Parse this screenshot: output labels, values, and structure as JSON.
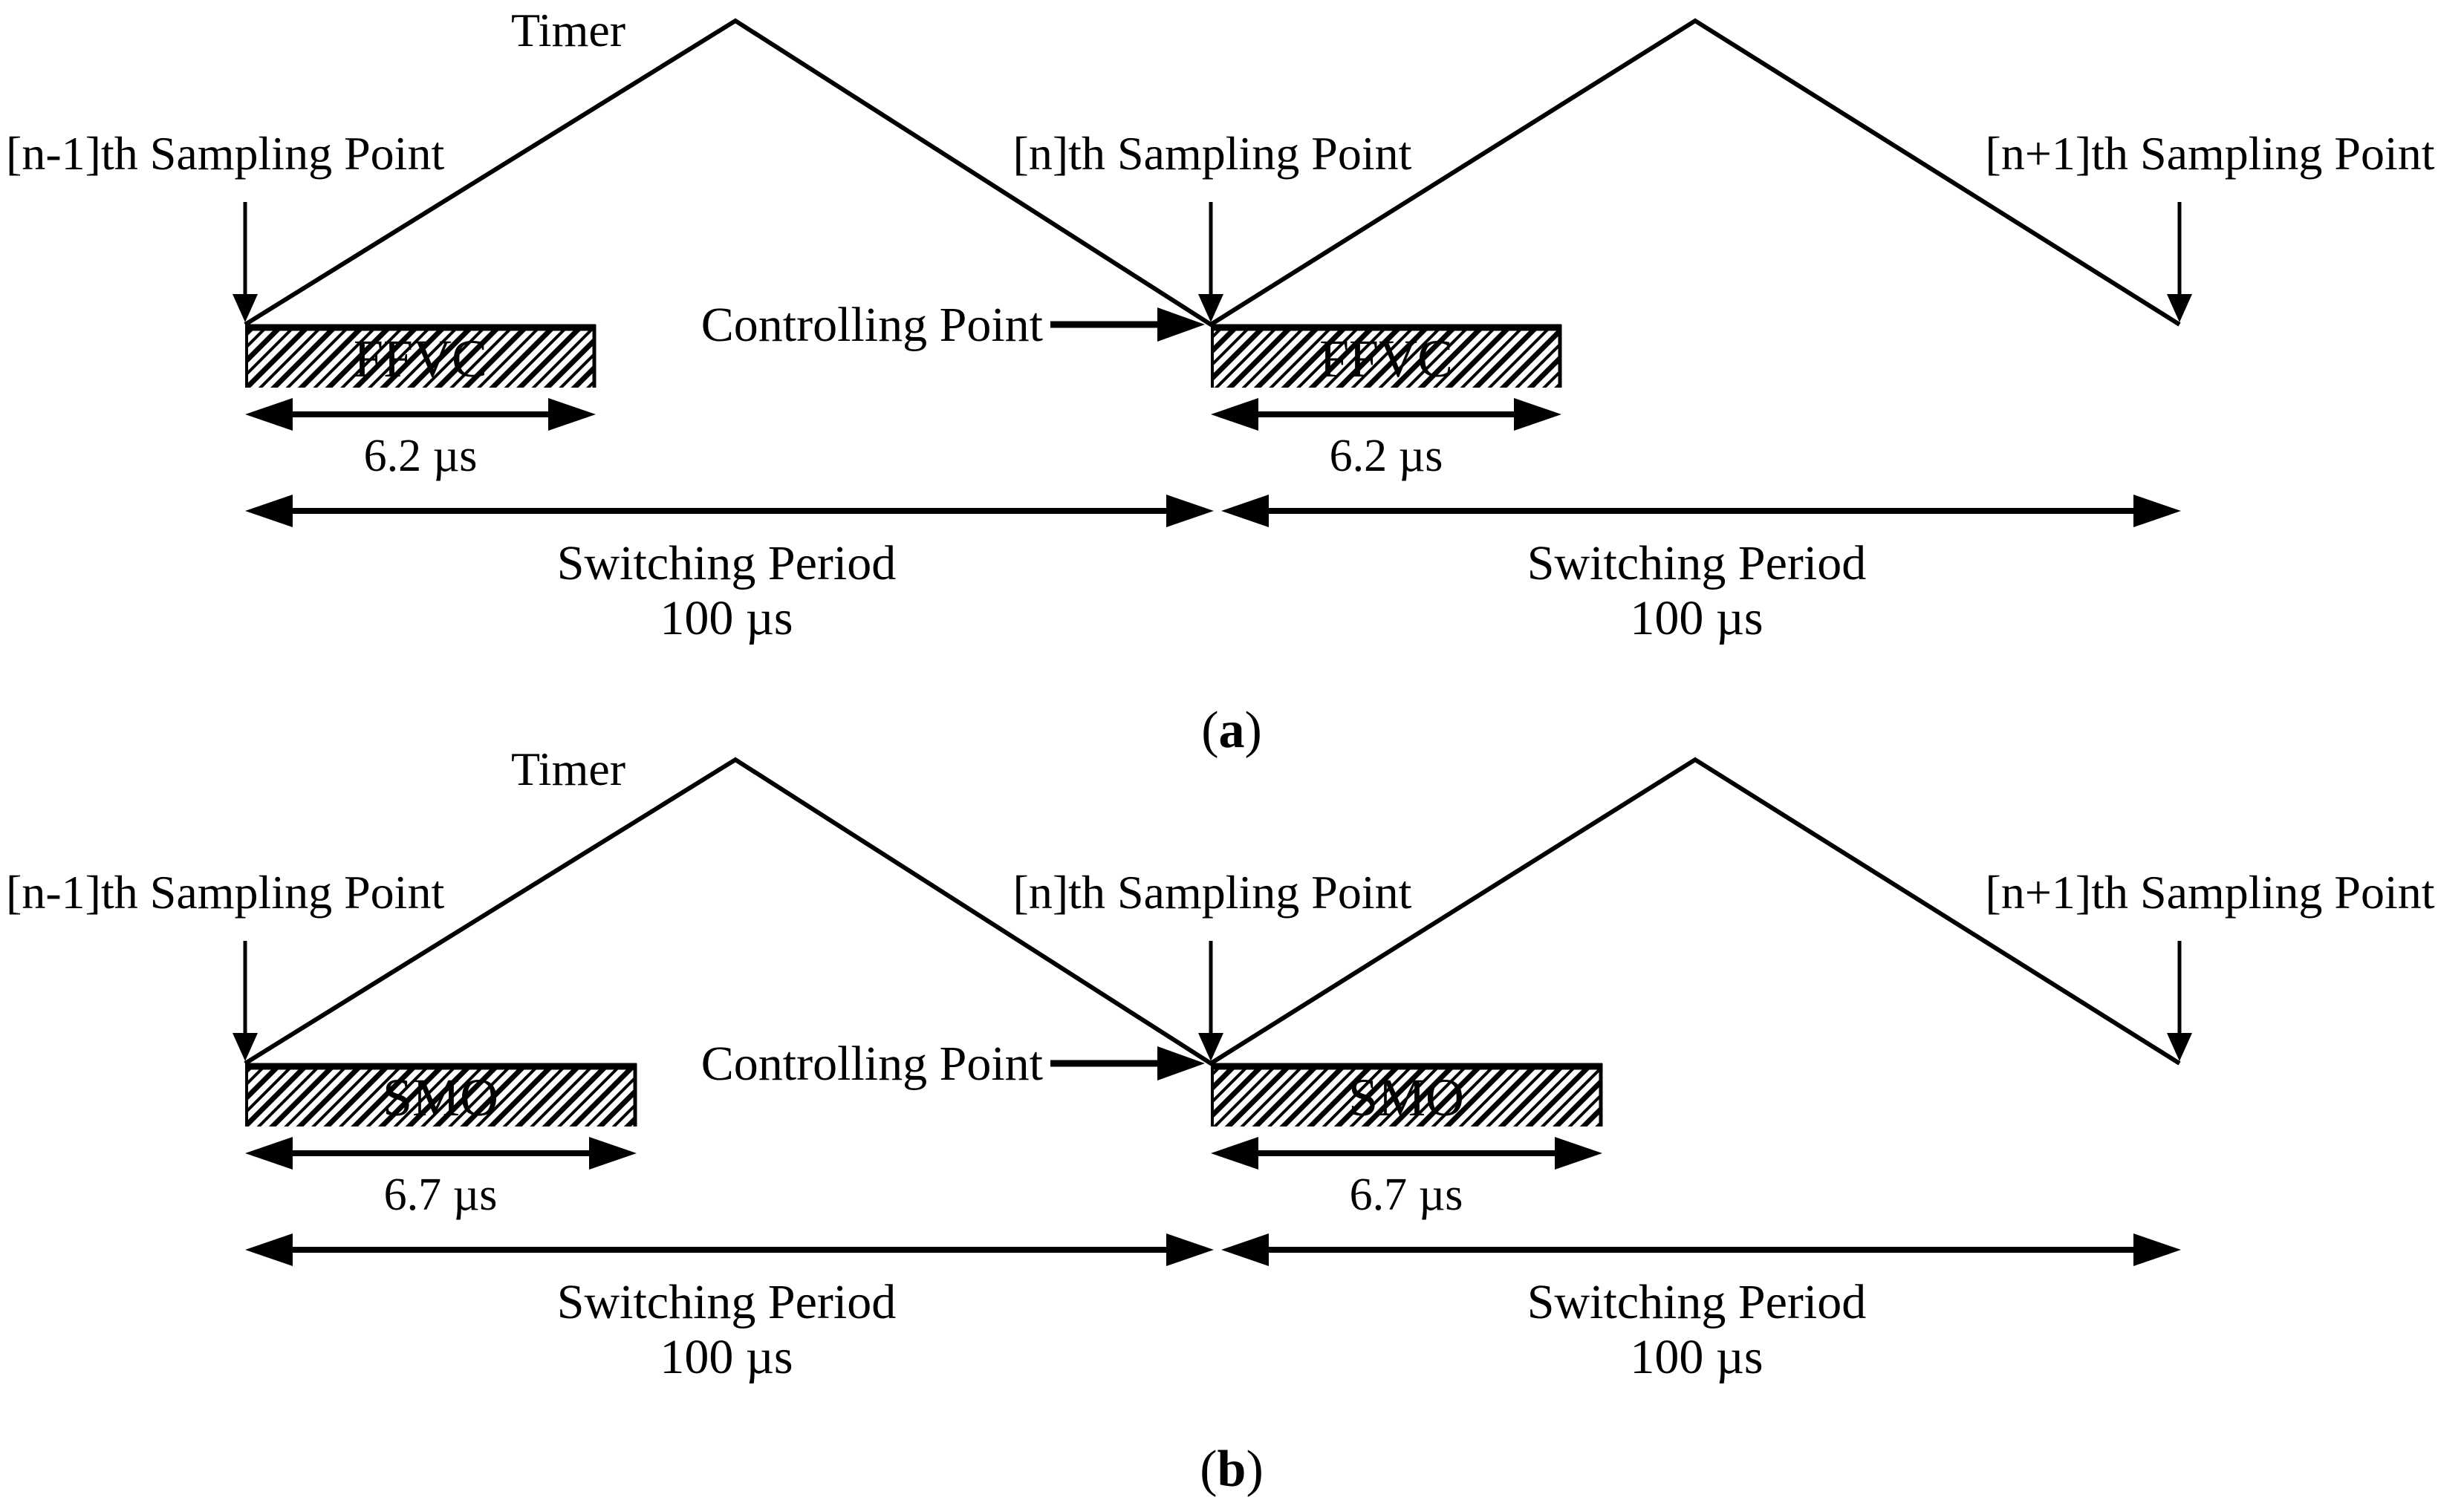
{
  "colors": {
    "background": "#ffffff",
    "ink": "#000000",
    "hatch_stripe": "#b4b4b4",
    "hatch_stripe_light": "#e0e0e0"
  },
  "labels": {
    "timer": "Timer",
    "sampling_prev": "[n-1]th Sampling Point",
    "sampling_curr": "[n]th Sampling Point",
    "sampling_next": "[n+1]th Sampling Point",
    "controlling_point": "Controlling Point",
    "switching_period": "Switching Period",
    "switching_period_value": "100 µs",
    "caption_open": "(",
    "caption_close": ")"
  },
  "diagram_a": {
    "caption_letter": "a",
    "block_label": "FFVC",
    "execution_time": "6.2 µs"
  },
  "diagram_b": {
    "caption_letter": "b",
    "block_label": "SMO",
    "execution_time": "6.7 µs"
  }
}
